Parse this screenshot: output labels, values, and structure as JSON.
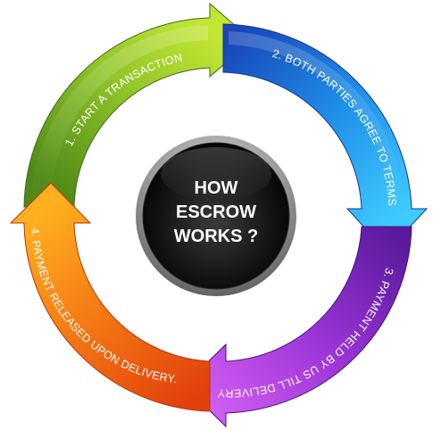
{
  "hub": {
    "lines": [
      "HOW",
      "ESCROW",
      "WORKS ?"
    ]
  },
  "steps": [
    {
      "label": "1. START A TRANSACTION",
      "color_light": "#c3e635",
      "color_dark": "#4f8a18"
    },
    {
      "label": "2. BOTH  PARTIES AGREE TO TERMS",
      "color_light": "#3ecbff",
      "color_dark": "#1846b8"
    },
    {
      "label": "3. PAYMENT HELD BY US TILL DELIVERY",
      "color_light": "#d05cf2",
      "color_dark": "#5a1a9c"
    },
    {
      "label": "4. PAYMENT RELEASED UPON DELIVERY.",
      "color_light": "#ffb020",
      "color_dark": "#e2400c"
    }
  ]
}
